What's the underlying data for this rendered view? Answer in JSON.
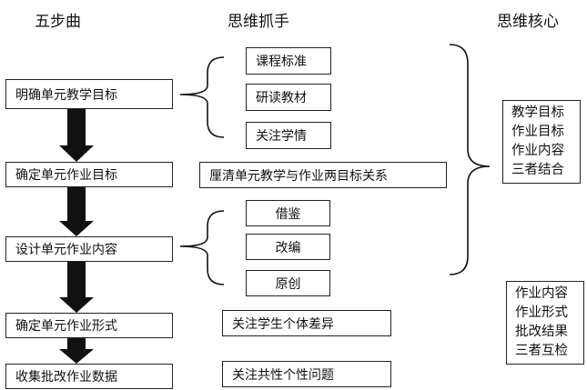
{
  "headers": {
    "steps": "五步曲",
    "tools": "思维抓手",
    "core": "思维核心"
  },
  "steps": [
    "明确单元教学目标",
    "确定单元作业目标",
    "设计单元作业内容",
    "确定单元作业形式",
    "收集批改作业数据"
  ],
  "tools": {
    "group1": [
      "课程标准",
      "研读教材",
      "关注学情"
    ],
    "target_relation": "厘清单元教学与作业两目标关系",
    "group2": [
      "借鉴",
      "改编",
      "原创"
    ],
    "form": "关注学生个体差异",
    "data": "关注共性个性问题"
  },
  "core": {
    "box1": [
      "教学目标",
      "作业目标",
      "作业内容",
      "三者结合"
    ],
    "box2": [
      "作业内容",
      "作业形式",
      "批改结果",
      "三者互检"
    ]
  }
}
